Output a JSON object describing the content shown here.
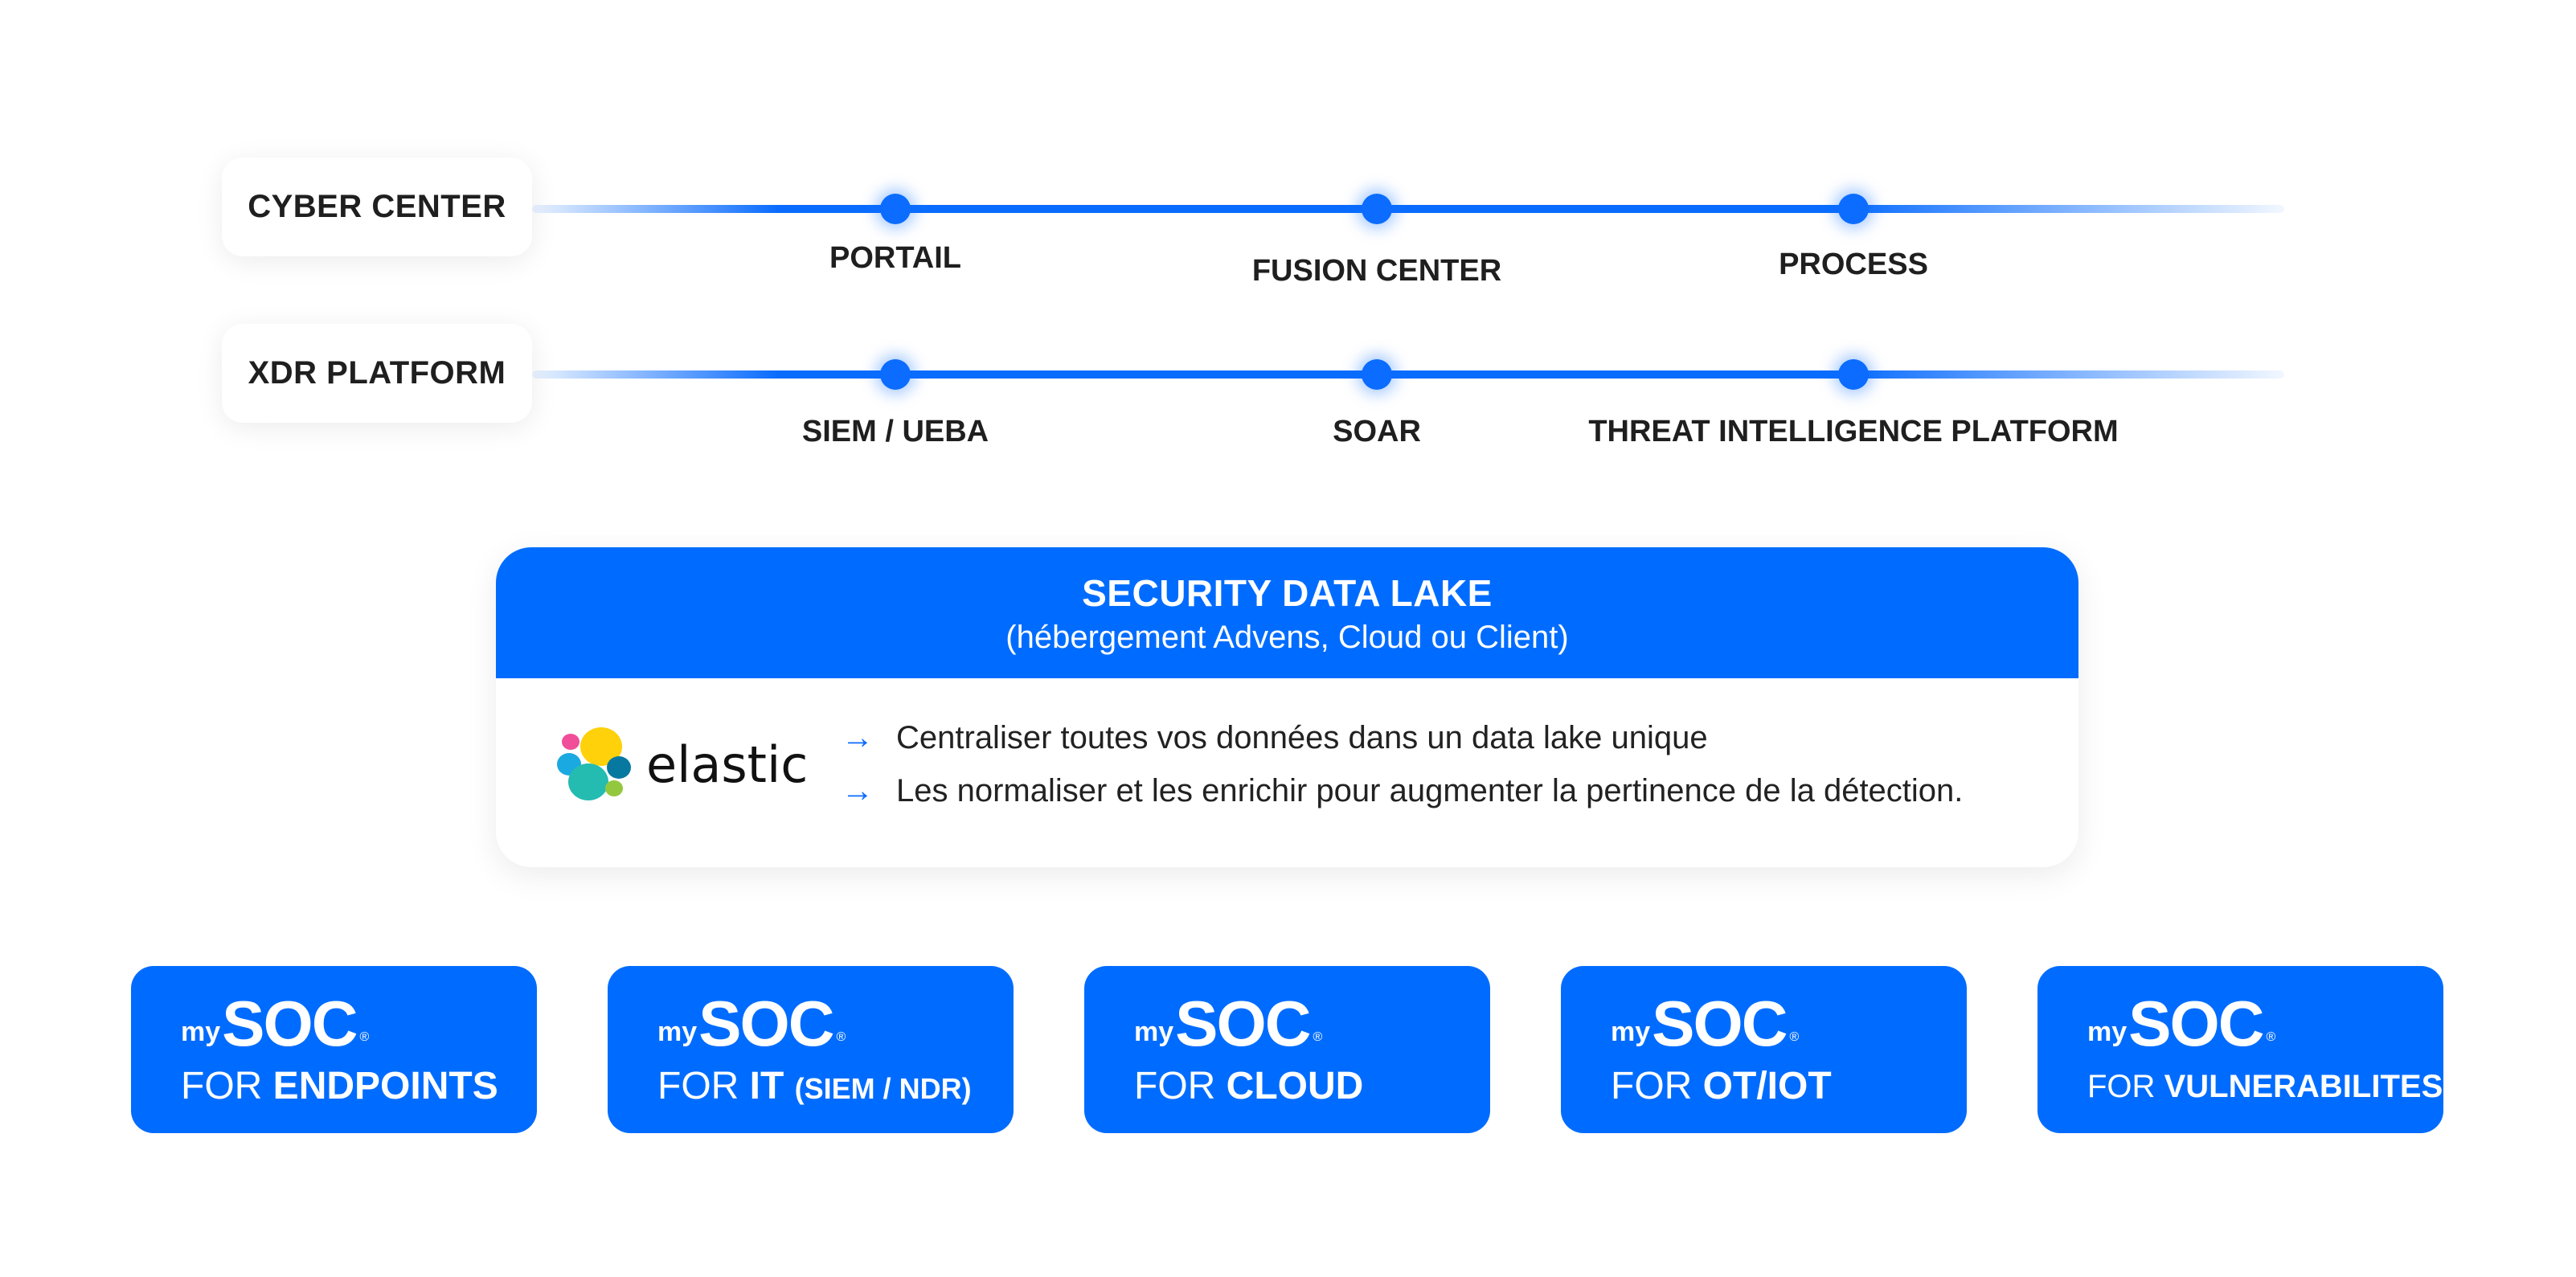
{
  "rows": [
    {
      "label": "CYBER CENTER",
      "nodes": [
        "PORTAIL",
        "FUSION CENTER",
        "PROCESS"
      ]
    },
    {
      "label": "XDR PLATFORM",
      "nodes": [
        "SIEM / UEBA",
        "SOAR",
        "THREAT INTELLIGENCE PLATFORM"
      ]
    }
  ],
  "data_lake": {
    "title": "SECURITY DATA LAKE",
    "subtitle": "(hébergement Advens, Cloud ou Client)",
    "logo_text": "elastic",
    "logo_icon": "elastic-logo-icon",
    "bullet_icon": "arrow-right-icon",
    "bullets": [
      "Centraliser toutes vos données dans un data lake unique",
      "Les normaliser et les enrichir pour augmenter la pertinence de la détection."
    ]
  },
  "brand": {
    "prefix": "my",
    "name": "SOC",
    "mark": "®",
    "for": "FOR"
  },
  "cards": [
    {
      "target": "ENDPOINTS",
      "extra": ""
    },
    {
      "target": "IT",
      "extra": "(SIEM / NDR)"
    },
    {
      "target": "CLOUD",
      "extra": ""
    },
    {
      "target": "OT/IOT",
      "extra": ""
    },
    {
      "target": "VULNERABILITES",
      "extra": ""
    }
  ],
  "colors": {
    "accent": "#006cff",
    "text": "#1f1f1f"
  }
}
